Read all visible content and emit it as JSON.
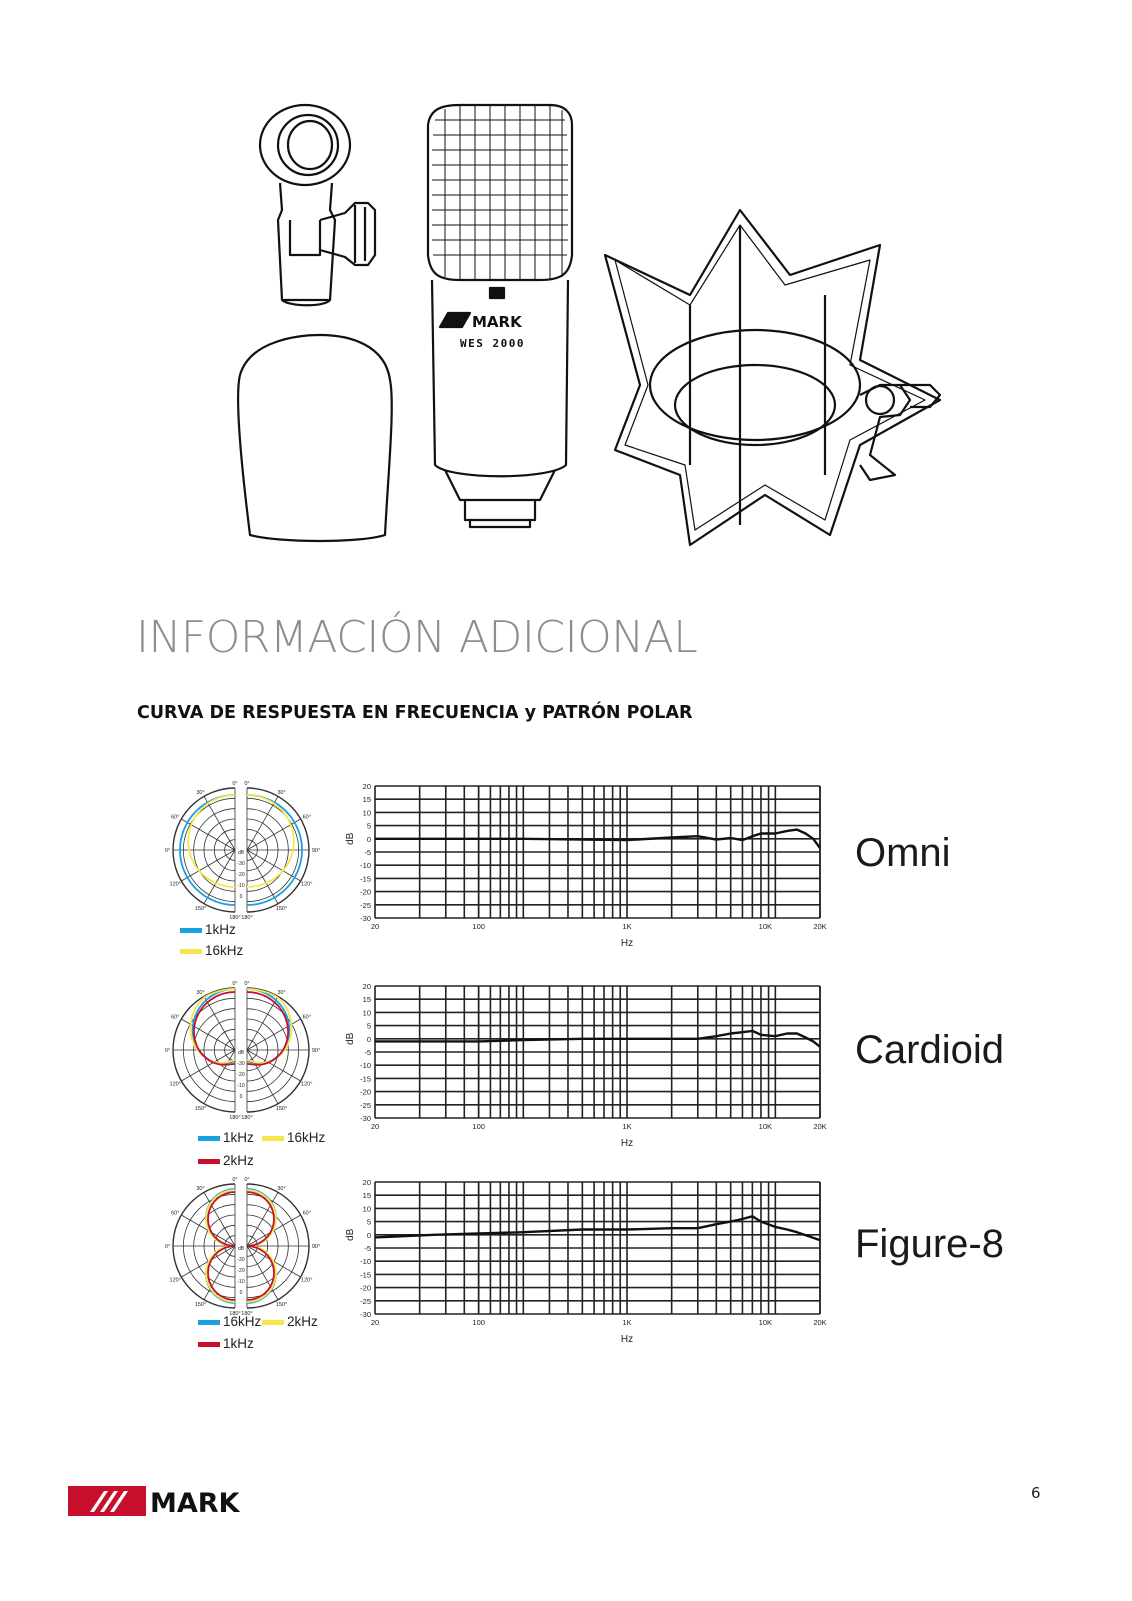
{
  "product": {
    "brand_label": "MARK",
    "model_label": "WES 2000"
  },
  "section": {
    "title": "INFORMACIÓN ADICIONAL",
    "subtitle": "CURVA DE RESPUESTA EN FRECUENCIA y PATRÓN POLAR"
  },
  "polar_axis_labels": {
    "angles_left": [
      "0°",
      "30°",
      "60°",
      "90°",
      "120°",
      "150°",
      "180°"
    ],
    "angles_right": [
      "0°",
      "30°",
      "60°",
      "90°",
      "120°",
      "150°",
      "180°"
    ],
    "db_ticks": [
      "dB",
      "-30",
      "-20",
      "-10",
      "0"
    ]
  },
  "legend_colors": {
    "blue": "#1aa0e0",
    "yellow": "#f5e64a",
    "red": "#c8102e"
  },
  "patterns": [
    {
      "label": "Omni",
      "legend": [
        {
          "text": "1kHz",
          "color": "#1aa0e0"
        },
        {
          "text": "16kHz",
          "color": "#f5e64a"
        }
      ]
    },
    {
      "label": "Cardioid",
      "legend": [
        {
          "text": "1kHz",
          "color": "#1aa0e0"
        },
        {
          "text": "16kHz",
          "color": "#f5e64a"
        },
        {
          "text": "2kHz",
          "color": "#c8102e"
        }
      ]
    },
    {
      "label": "Figure-8",
      "legend": [
        {
          "text": "16kHz",
          "color": "#1aa0e0"
        },
        {
          "text": "2kHz",
          "color": "#f5e64a"
        },
        {
          "text": "1kHz",
          "color": "#c8102e"
        }
      ]
    }
  ],
  "chart_data": [
    {
      "type": "line",
      "title": "Omni",
      "xlabel": "Hz",
      "ylabel": "dB",
      "x_scale": "log",
      "xlim": [
        20,
        20000
      ],
      "ylim": [
        -30,
        20
      ],
      "x_tick_labels": [
        "20",
        "100",
        "1K",
        "10K",
        "20K"
      ],
      "y_tick_labels": [
        "20",
        "15",
        "10",
        "5",
        "0",
        "-5",
        "-10",
        "-15",
        "-20",
        "-25",
        "-30"
      ],
      "grid": true,
      "series": [
        {
          "x": [
            20,
            50,
            100,
            200,
            500,
            1000,
            2000,
            3000,
            4000,
            5000,
            6000,
            7000,
            8000,
            10000,
            12000,
            14000,
            16000,
            18000,
            20000
          ],
          "y": [
            0,
            0,
            0,
            0,
            -0.3,
            -0.5,
            0.5,
            1,
            -0.3,
            0.3,
            -0.5,
            1,
            2,
            2,
            3,
            3.5,
            2,
            0,
            -3.5
          ]
        }
      ]
    },
    {
      "type": "line",
      "title": "Cardioid",
      "xlabel": "Hz",
      "ylabel": "dB",
      "x_scale": "log",
      "xlim": [
        20,
        20000
      ],
      "ylim": [
        -30,
        20
      ],
      "x_tick_labels": [
        "20",
        "100",
        "1K",
        "10K",
        "20K"
      ],
      "y_tick_labels": [
        "20",
        "15",
        "10",
        "5",
        "0",
        "-5",
        "-10",
        "-15",
        "-20",
        "-25",
        "-30"
      ],
      "grid": true,
      "series": [
        {
          "x": [
            20,
            50,
            100,
            200,
            500,
            1000,
            2000,
            3000,
            4000,
            5000,
            6000,
            7000,
            8000,
            10000,
            12000,
            14000,
            16000,
            18000,
            20000
          ],
          "y": [
            -1,
            -1,
            -1,
            -0.5,
            0,
            0,
            0,
            0,
            1,
            2,
            2.5,
            3,
            1.5,
            1,
            2,
            2,
            0.5,
            -1,
            -3
          ]
        }
      ]
    },
    {
      "type": "line",
      "title": "Figure-8",
      "xlabel": "Hz",
      "ylabel": "dB",
      "x_scale": "log",
      "xlim": [
        20,
        20000
      ],
      "ylim": [
        -30,
        20
      ],
      "x_tick_labels": [
        "20",
        "100",
        "1K",
        "10K",
        "20K"
      ],
      "y_tick_labels": [
        "20",
        "15",
        "10",
        "5",
        "0",
        "-5",
        "-10",
        "-15",
        "-20",
        "-25",
        "-30"
      ],
      "grid": true,
      "series": [
        {
          "x": [
            20,
            50,
            100,
            200,
            500,
            1000,
            2000,
            3000,
            4000,
            5000,
            6000,
            7000,
            8000,
            10000,
            12000,
            14000,
            20000
          ],
          "y": [
            -1,
            0,
            0.5,
            1,
            2,
            2,
            2.5,
            2.5,
            4,
            5,
            6,
            7,
            5,
            3,
            2,
            1,
            -2
          ]
        }
      ]
    }
  ],
  "footer": {
    "brand": "MARK",
    "page_number": "6"
  }
}
